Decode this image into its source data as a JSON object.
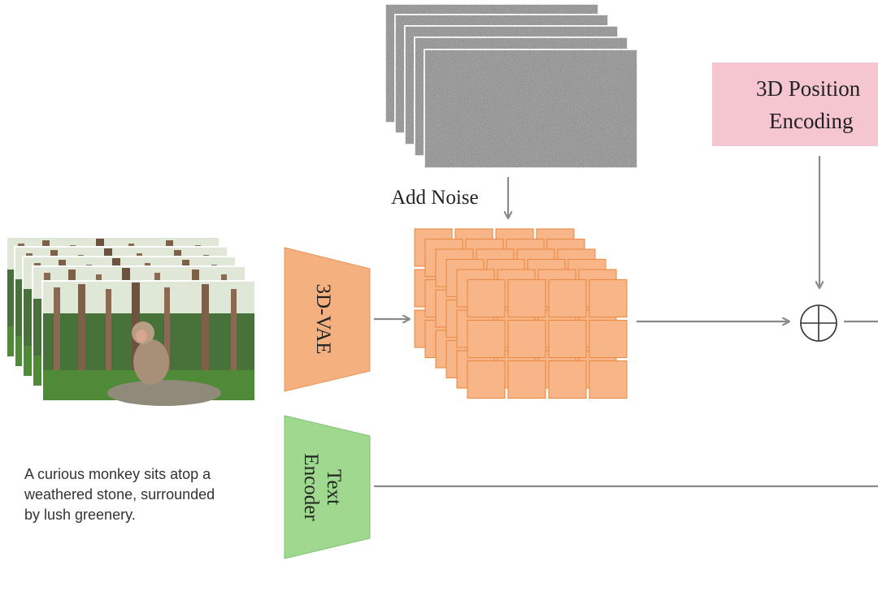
{
  "labels": {
    "add_noise": "Add Noise",
    "vae": "3D-VAE",
    "text_encoder_line1": "Text",
    "text_encoder_line2": "Encoder",
    "position_encoding_line1": "3D Position",
    "position_encoding_line2": "Encoding",
    "combine_symbol": "⊕"
  },
  "caption": {
    "line1": "A curious monkey sits atop a",
    "line2": "weathered stone, surrounded",
    "line3": "by lush greenery."
  },
  "colors": {
    "vae_fill": "#f5b07f",
    "vae_stroke": "#e8955a",
    "latent_fill": "#f7b588",
    "latent_stroke": "#ec8a44",
    "text_encoder_fill": "#9fd98f",
    "text_encoder_stroke": "#7cc46a",
    "position_fill": "#f5c6cf",
    "arrow": "#8a8a8a",
    "noise_base": "#7a7a7a"
  },
  "icons": {
    "monkey_video": "video-frames-stack-icon",
    "noise": "noise-frames-stack-icon",
    "latent": "latent-cube-icon"
  }
}
